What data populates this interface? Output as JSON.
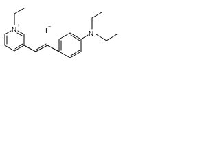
{
  "molecule": {
    "ring_nitrogen": "N",
    "ring_nitrogen_charge": "+",
    "counter_ion": "I",
    "counter_ion_charge": "−",
    "amine_nitrogen": "N"
  }
}
